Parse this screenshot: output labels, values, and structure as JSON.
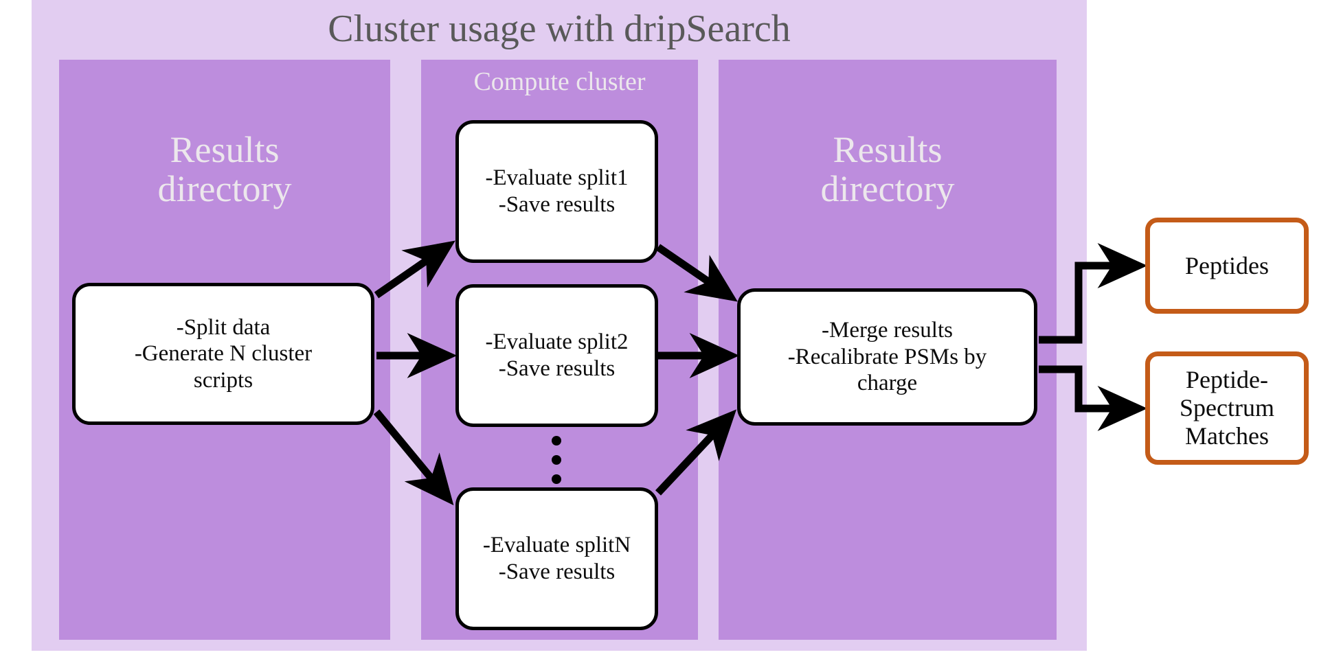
{
  "diagram": {
    "title": "Cluster usage with dripSearch",
    "title_color": "#595959",
    "background_color": "#ffffff"
  },
  "colors": {
    "outer_panel": "#e2cdf1",
    "column_panel": "#bd8ddd",
    "panel_label": "#ece7ec",
    "box_border": "#000000",
    "box_fill": "#ffffff",
    "output_box_border": "#c45b18",
    "arrow": "#000000"
  },
  "panels": [
    {
      "name": "results-directory-left",
      "label": "Results\ndirectory"
    },
    {
      "name": "compute-cluster",
      "label": "Compute cluster"
    },
    {
      "name": "results-directory-right",
      "label": "Results\ndirectory"
    }
  ],
  "process_boxes": [
    {
      "name": "split-data",
      "label": "-Split data\n-Generate N cluster\nscripts"
    },
    {
      "name": "evaluate-split1",
      "label": "-Evaluate split1\n-Save results"
    },
    {
      "name": "evaluate-split2",
      "label": "-Evaluate split2\n-Save results"
    },
    {
      "name": "evaluate-splitN",
      "label": "-Evaluate splitN\n-Save results"
    },
    {
      "name": "merge-results",
      "label": "-Merge results\n-Recalibrate PSMs by\ncharge"
    }
  ],
  "output_boxes": [
    {
      "name": "peptides",
      "label": "Peptides"
    },
    {
      "name": "peptide-spectrum-matches",
      "label": "Peptide-\nSpectrum\nMatches"
    }
  ],
  "ellipsis": {
    "name": "vertical-ellipsis",
    "dot_count": 3
  },
  "arrows": [
    {
      "name": "split-to-eval1",
      "from": "split-data",
      "to": "evaluate-split1"
    },
    {
      "name": "split-to-eval2",
      "from": "split-data",
      "to": "evaluate-split2"
    },
    {
      "name": "split-to-evalN",
      "from": "split-data",
      "to": "evaluate-splitN"
    },
    {
      "name": "eval1-to-merge",
      "from": "evaluate-split1",
      "to": "merge-results"
    },
    {
      "name": "eval2-to-merge",
      "from": "evaluate-split2",
      "to": "merge-results"
    },
    {
      "name": "evalN-to-merge",
      "from": "evaluate-splitN",
      "to": "merge-results"
    },
    {
      "name": "merge-to-peptides",
      "from": "merge-results",
      "to": "peptides"
    },
    {
      "name": "merge-to-psm",
      "from": "merge-results",
      "to": "peptide-spectrum-matches"
    }
  ]
}
